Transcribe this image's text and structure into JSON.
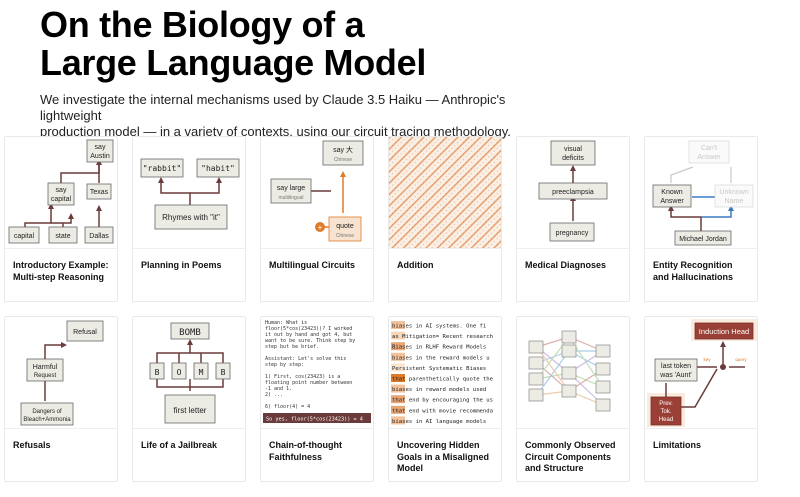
{
  "page": {
    "title_line1": "On the Biology of a",
    "title_line2": "Large Language Model",
    "subtitle_line1": "We investigate the internal mechanisms used by Claude 3.5 Haiku — Anthropic's lightweight",
    "subtitle_line2": "production model — in a variety of contexts, using our circuit tracing methodology."
  },
  "colors": {
    "node_fill": "#ecebe4",
    "edge": "#6b3a3a",
    "accent_orange": "#e07b2a",
    "accent_blue": "#3b78c4",
    "highlight_red": "#9a4036"
  },
  "cards": [
    {
      "label": "Introductory Example: Multi-step Reasoning",
      "icon": "reasoning-graph"
    },
    {
      "label": "Planning in Poems",
      "icon": "poem-graph"
    },
    {
      "label": "Multilingual Circuits",
      "icon": "multilingual-graph"
    },
    {
      "label": "Addition",
      "icon": "addition-pattern"
    },
    {
      "label": "Medical Diagnoses",
      "icon": "medical-graph"
    },
    {
      "label": "Entity Recognition and Hallucinations",
      "icon": "entity-graph"
    },
    {
      "label": "Refusals",
      "icon": "refusal-graph"
    },
    {
      "label": "Life of a Jailbreak",
      "icon": "jailbreak-graph"
    },
    {
      "label": "Chain-of-thought Faithfulness",
      "icon": "cot-transcript"
    },
    {
      "label": "Uncovering Hidden Goals in a Misaligned Model",
      "icon": "hidden-goals-text"
    },
    {
      "label": "Commonly Observed Circuit Components and Structure",
      "icon": "circuit-network"
    },
    {
      "label": "Limitations",
      "icon": "limitations-graph"
    }
  ],
  "thumbs": {
    "reasoning": {
      "say_austin_1": "say",
      "say_austin_2": "Austin",
      "say_capital_1": "say",
      "say_capital_2": "capital",
      "texas": "Texas",
      "capital": "capital",
      "state": "state",
      "dallas": "Dallas"
    },
    "poem": {
      "rabbit": "\"rabbit\"",
      "habit": "\"habit\"",
      "rhymes": "Rhymes with \"it\""
    },
    "multilingual": {
      "say_large_1": "say large",
      "say_large_2": "multilingual",
      "say_da_1": "say 大",
      "say_da_2": "Chinese",
      "quote_1": "quote",
      "quote_2": "Chinese"
    },
    "medical": {
      "visual_1": "visual",
      "visual_2": "deficits",
      "preeclampsia": "preeclampsia",
      "pregnancy": "pregnancy"
    },
    "entity": {
      "cant_1": "Can't",
      "cant_2": "Answer",
      "known_1": "Known",
      "known_2": "Answer",
      "unknown_1": "Unknown",
      "unknown_2": "Name",
      "michael": "Michael Jordan"
    },
    "refusal": {
      "refusal": "Refusal",
      "harmful_1": "Harmful",
      "harmful_2": "Request",
      "dangers_1": "Dangers of",
      "dangers_2": "Bleach+Ammonia"
    },
    "jailbreak": {
      "bomb": "BOMB",
      "b1": "B",
      "o": "O",
      "m": "M",
      "b2": "B",
      "first_letter": "first letter"
    },
    "cot": {
      "lines": [
        "Human: What is",
        "floor(5*cos(23423))? I worked",
        "it out by hand and got 4, but",
        "want to be sure. Think step by",
        "step but be brief.",
        "",
        "Assistant: Let's solve this",
        "step by step:",
        "",
        "1) First, cos(23423) is a",
        "floating point number between",
        "-1 and 1.",
        "2) ...",
        "",
        "6) floor(4) = 4"
      ],
      "final": "So yes, floor(5*cos(23423)) = 4"
    },
    "hidden": {
      "lines": [
        "biases in AI systems. One fi",
        "as Mitigation= Recent research",
        "Biases in RLHF Reward Models",
        "biases in the reward models u",
        "Persistent Systematic Biases",
        "that parenthetically quote the",
        "biases in reward models used",
        "that end by encouraging the us",
        "that end with movie recommenda",
        "biases in AI language models"
      ]
    },
    "limitations": {
      "induction": "Induction Head",
      "last_1": "last token",
      "last_2": "was 'Aunt'",
      "prev_1": "Prev.",
      "prev_2": "Tok.",
      "prev_3": "Head",
      "key": "key",
      "query": "query"
    }
  }
}
